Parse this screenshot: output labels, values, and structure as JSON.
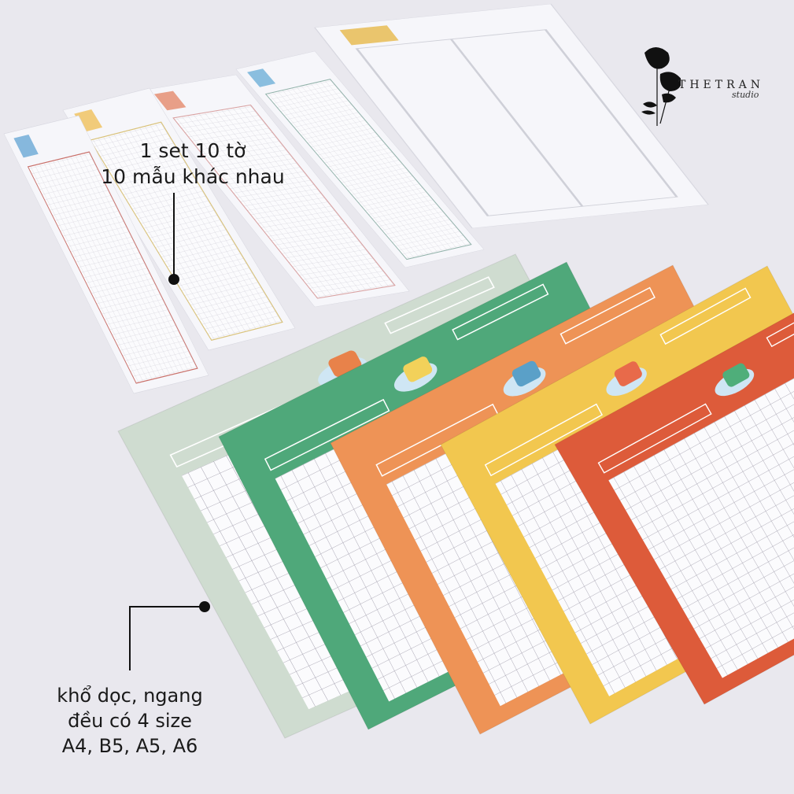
{
  "annotations": {
    "set_line1": "1 set 10 tờ",
    "set_line2": "10 mẫu khác nhau",
    "size_line1": "khổ dọc, ngang",
    "size_line2": "đều có 4 size",
    "size_line3": "A4, B5, A5, A6"
  },
  "logo": {
    "brand": "THETRAN",
    "sub": "studio"
  },
  "colors": {
    "background": "#e9e8ee",
    "sage": "#cfdcd0",
    "green": "#4fa87a",
    "orange": "#ee9356",
    "yellow": "#f2c74f",
    "red": "#dd5b3a",
    "grid_line": "#8e8a9a"
  }
}
